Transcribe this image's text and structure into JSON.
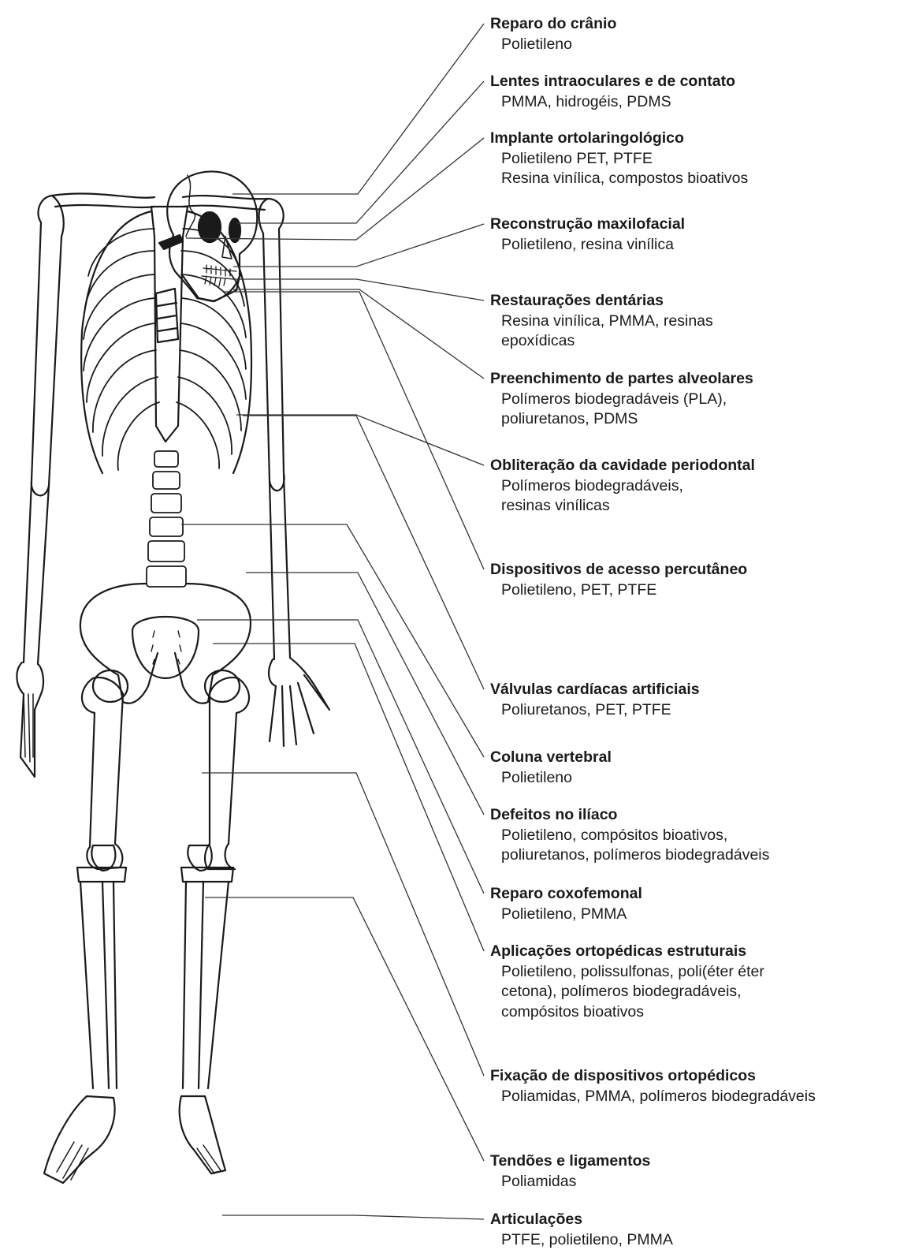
{
  "labels": [
    {
      "title": "Reparo do crânio",
      "materials": "Polietileno"
    },
    {
      "title": "Lentes intraoculares e de contato",
      "materials": "PMMA, hidrogéis, PDMS"
    },
    {
      "title": "Implante ortolaringológico",
      "materials": "Polietileno PET, PTFE\nResina vinílica, compostos bioativos"
    },
    {
      "title": "Reconstrução maxilofacial",
      "materials": "Polietileno, resina vinílica"
    },
    {
      "title": "Restaurações dentárias",
      "materials": "Resina vinílica, PMMA, resinas\nepoxídicas"
    },
    {
      "title": "Preenchimento de partes alveolares",
      "materials": "Polímeros biodegradáveis (PLA),\npoliuretanos, PDMS"
    },
    {
      "title": "Obliteração da cavidade periodontal",
      "materials": "Polímeros biodegradáveis,\nresinas vinílicas"
    },
    {
      "title": "Dispositivos de acesso percutâneo",
      "materials": "Polietileno, PET, PTFE"
    },
    {
      "title": "Válvulas cardíacas artificiais",
      "materials": "Poliuretanos, PET, PTFE"
    },
    {
      "title": "Coluna vertebral",
      "materials": "Polietileno"
    },
    {
      "title": "Defeitos no ilíaco",
      "materials": "Polietileno, compósitos bioativos,\npoliuretanos, polímeros biodegradáveis"
    },
    {
      "title": "Reparo coxofemonal",
      "materials": "Polietileno, PMMA"
    },
    {
      "title": "Aplicações ortopédicas estruturais",
      "materials": "Polietileno, polissulfonas, poli(éter éter\ncetona), polímeros biodegradáveis,\ncompósitos bioativos"
    },
    {
      "title": "Fixação de dispositivos ortopédicos",
      "materials": "Poliamidas, PMMA, polímeros biodegradáveis"
    },
    {
      "title": "Tendões e ligamentos",
      "materials": "Poliamidas"
    },
    {
      "title": "Articulações",
      "materials": "PTFE, polietileno, PMMA"
    }
  ]
}
